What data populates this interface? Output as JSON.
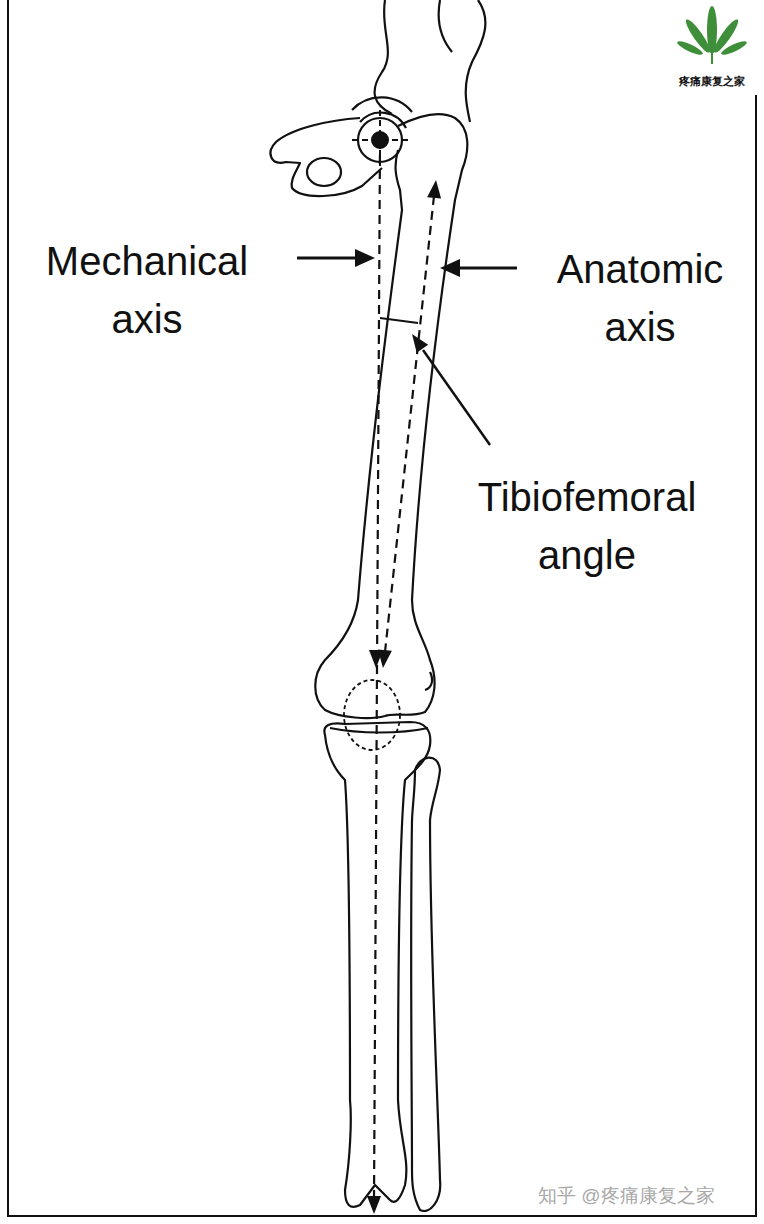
{
  "diagram": {
    "labels": [
      "Mechanical axis",
      "Anatomic axis",
      "Tibiofemoral angle",
      "疼痛康复之家",
      "知乎 @疼痛康复之家"
    ]
  }
}
